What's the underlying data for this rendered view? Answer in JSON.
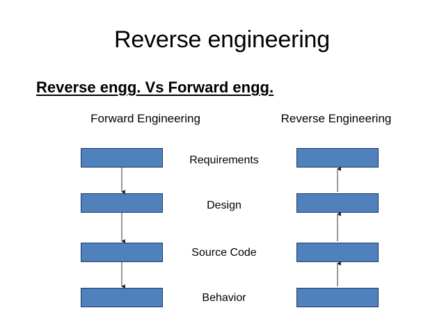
{
  "slide": {
    "title": "Reverse engineering",
    "subtitle": "Reverse engg. Vs Forward engg.",
    "background_color": "#FFFFFF",
    "text_color": "#000000"
  },
  "diagram": {
    "box_fill_color": "#4F81BD",
    "box_border_color": "#1F3864",
    "arrow_color": "#808080",
    "arrowhead_color": "#1A1A1A",
    "columns": [
      {
        "id": "forward",
        "header": "Forward Engineering",
        "flow_direction": "down",
        "boxes": [
          {
            "label": "",
            "stage": "Requirements"
          },
          {
            "label": "",
            "stage": "Design"
          },
          {
            "label": "",
            "stage": "Source Code"
          },
          {
            "label": "",
            "stage": "Behavior"
          }
        ]
      },
      {
        "id": "reverse",
        "header": "Reverse Engineering",
        "flow_direction": "up",
        "boxes": [
          {
            "label": "",
            "stage": "Requirements"
          },
          {
            "label": "",
            "stage": "Design"
          },
          {
            "label": "",
            "stage": "Source Code"
          },
          {
            "label": "",
            "stage": "Behavior"
          }
        ]
      }
    ],
    "stage_labels": [
      "Requirements",
      "Design",
      "Source Code",
      "Behavior"
    ]
  }
}
